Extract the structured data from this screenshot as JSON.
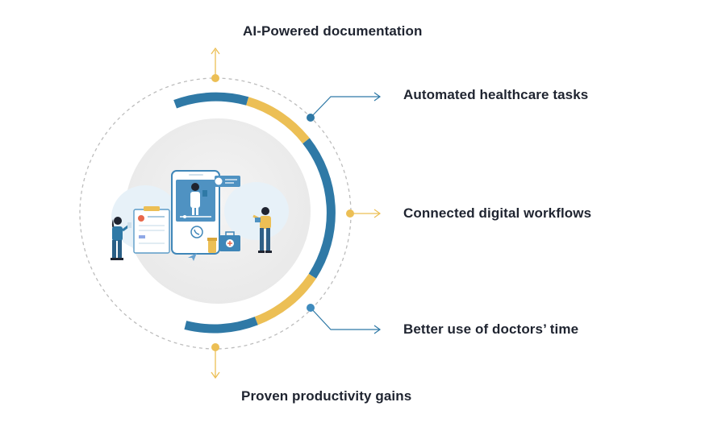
{
  "colors": {
    "blue": "#2f79a6",
    "blue_dark": "#1f5f87",
    "gold": "#ecbf55",
    "dash": "#bdbdbd",
    "text": "#1f2430",
    "disc": "#eeeeee"
  },
  "features": [
    {
      "label": "AI-Powered documentation",
      "marker": "gold-dot",
      "arrow": "up-arrow"
    },
    {
      "label": "Automated healthcare tasks",
      "marker": "blue-dot",
      "arrow": "right-arrow"
    },
    {
      "label": "Connected digital workflows",
      "marker": "gold-dot",
      "arrow": "right-arrow"
    },
    {
      "label": "Better use of doctors’ time",
      "marker": "blue-dot",
      "arrow": "right-arrow"
    },
    {
      "label": "Proven productivity gains",
      "marker": "gold-dot",
      "arrow": "down-arrow"
    }
  ],
  "illustration": {
    "icons": [
      "clipboard-icon",
      "smartphone-icon",
      "doctor-icon",
      "phone-call-icon",
      "first-aid-kit-icon",
      "medicine-bottle-icon",
      "patient-figure-icon",
      "nurse-figure-icon",
      "paper-plane-icon",
      "chat-bubble-icon"
    ]
  }
}
